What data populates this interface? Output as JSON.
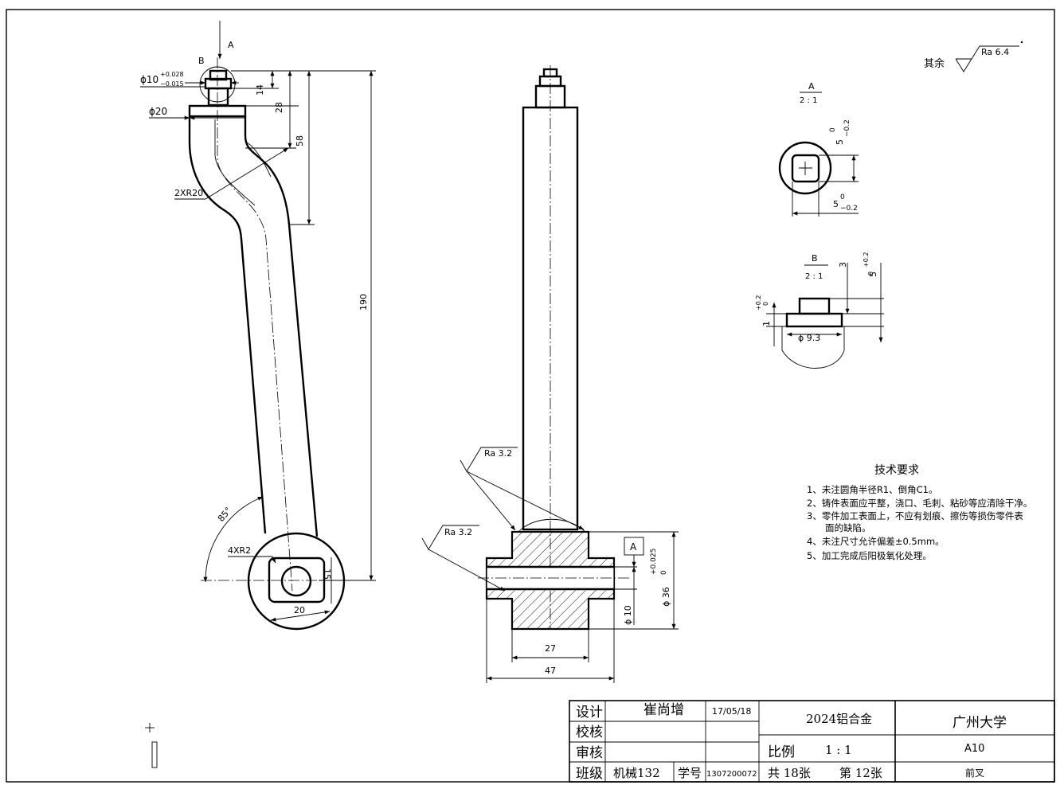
{
  "views": {
    "front": {
      "view_arrow_label": "A",
      "detail_label": "B",
      "dia_small_sym": "ϕ10",
      "dia_small_tol_upper": "+0.028",
      "dia_small_tol_lower": "−0.015",
      "dia_large": "ϕ20",
      "dim_14": "14",
      "dim_28": "28",
      "dim_58": "58",
      "dim_190": "190",
      "radius_2xr20": "2XR20",
      "angle_85": "85°",
      "radius_4xr2": "4XR2",
      "dim_15": "15",
      "dim_20": "20"
    },
    "side": {
      "ra_top": "Ra  3.2",
      "ra_left": "Ra  3.2",
      "dim_27": "27",
      "dim_47": "47",
      "dia_10": "ϕ 10",
      "dia_36": "ϕ 36",
      "tol_upper": "+0.025",
      "tol_lower": "0",
      "datum": "A"
    },
    "section_a": {
      "label": "A",
      "scale": "2 : 1",
      "dim_upper": "5",
      "dim_upper_tol_a": "0",
      "dim_upper_tol_b": "−0.2",
      "dim_lower": "5",
      "dim_lower_tol_a": "0",
      "dim_lower_tol_b": "−0.2"
    },
    "detail_b": {
      "label": "B",
      "scale": "2 : 1",
      "dim_3": "3",
      "dim_3_tol": "+0.2",
      "dim_3_tol2": "0",
      "dim_5": "5",
      "dim_1": "1",
      "dim_1_tol": "+0.2",
      "dim_1_tol2": "0",
      "dia_93": "ϕ 9.3"
    }
  },
  "surface_note": {
    "label": "其余",
    "value": "Ra  6.4"
  },
  "tech_req": {
    "title": "技术要求",
    "items": [
      "1、未注圆角半径R1、倒角C1。",
      "2、铸件表面应平整，浇口、毛刺、粘砂等应清除干净。",
      "3、零件加工表面上，不应有划痕、擦伤等损伤零件表",
      "　　面的缺陷。",
      "4、未注尺寸允许偏差±0.5mm。",
      "5、加工完成后阳极氧化处理。"
    ]
  },
  "title_block": {
    "design_label": "设计",
    "design_name": "崔尚增",
    "design_date": "17/05/18",
    "check_label": "校核",
    "review_label": "审核",
    "class_label": "班级",
    "class_value": "机械132",
    "student_no_label": "学号",
    "student_no": "1307200072",
    "material": "2024铝合金",
    "scale_label": "比例",
    "scale_value": "1 : 1",
    "total_sheets": "共 18张",
    "sheet_no": "第 12张",
    "school": "广州大学",
    "drawing_no": "A10",
    "part_name": "前叉"
  }
}
